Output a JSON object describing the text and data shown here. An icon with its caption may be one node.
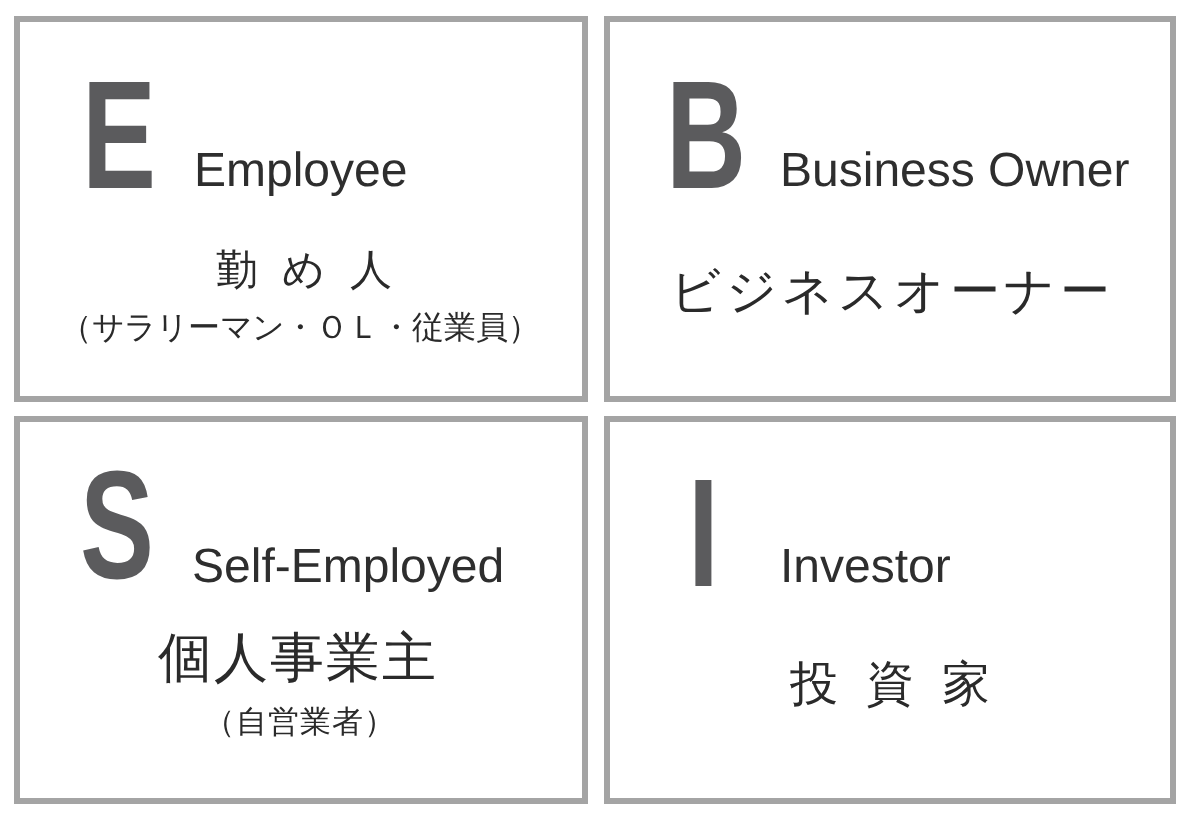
{
  "diagram": {
    "nodes": [
      {
        "text": [
          "E",
          "Employee",
          "勤め人",
          "（サラリーマン・ＯＬ・従業員）"
        ]
      },
      {
        "text": [
          "B",
          "Business Owner",
          "ビジネスオーナー"
        ]
      },
      {
        "text": [
          "S",
          "Self-Employed",
          "個人事業主",
          "（自営業者）"
        ]
      },
      {
        "text": [
          "I",
          "Investor",
          "投資家"
        ]
      }
    ]
  }
}
